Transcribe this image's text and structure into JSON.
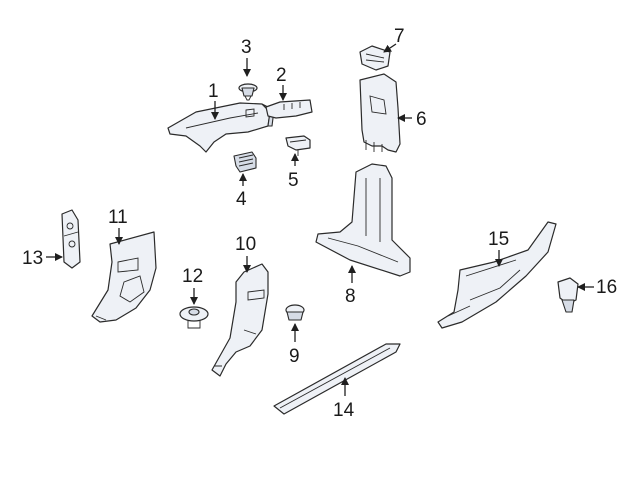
{
  "callouts": {
    "c1": "1",
    "c2": "2",
    "c3": "3",
    "c4": "4",
    "c5": "5",
    "c6": "6",
    "c7": "7",
    "c8": "8",
    "c9": "9",
    "c10": "10",
    "c11": "11",
    "c12": "12",
    "c13": "13",
    "c14": "14",
    "c15": "15",
    "c16": "16"
  },
  "colors": {
    "line": "#2b2b2b",
    "panel_fill": "#eef1f6",
    "shade_fill": "#d6dce6",
    "background": "#ffffff"
  }
}
